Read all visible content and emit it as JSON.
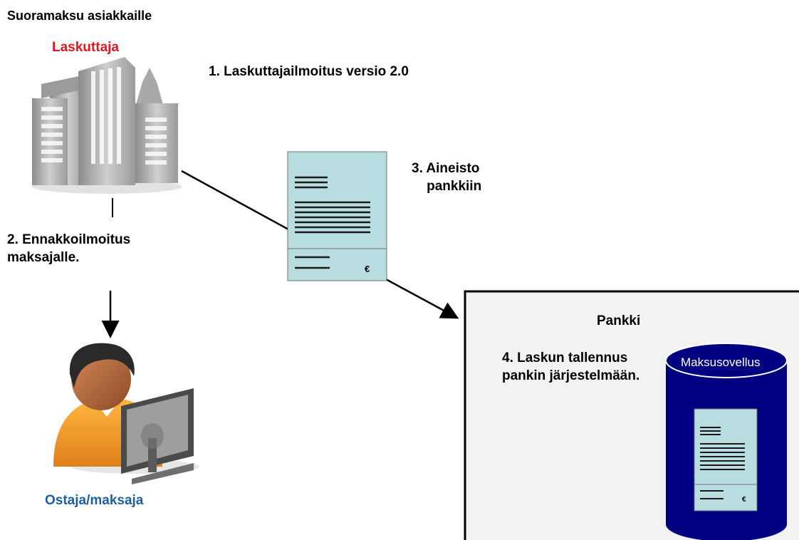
{
  "title": "Suoramaksu asiakkaille",
  "biller": {
    "label": "Laskuttaja",
    "icon": "office-building-icon"
  },
  "buyer": {
    "label": "Ostaja/maksaja",
    "icon": "person-at-computer-icon"
  },
  "steps": {
    "step1": "1. Laskuttajailmoitus versio 2.0",
    "step2": "2. Ennakkoilmoitus\nmaksajalle.",
    "step3": "3. Aineisto\n    pankkiin",
    "step4": "4. Laskun tallennus\npankin järjestelmään."
  },
  "bank": {
    "label": "Pankki",
    "database_label": "Maksusovellus"
  },
  "document": {
    "currency_symbol": "€",
    "icon": "invoice-document-icon"
  },
  "colors": {
    "biller_label": "#e8141b",
    "buyer_label": "#1d5fa3",
    "document_fill": "#b7dde0",
    "database_fill": "#000080",
    "bank_box_fill": "#f2f2f2"
  }
}
